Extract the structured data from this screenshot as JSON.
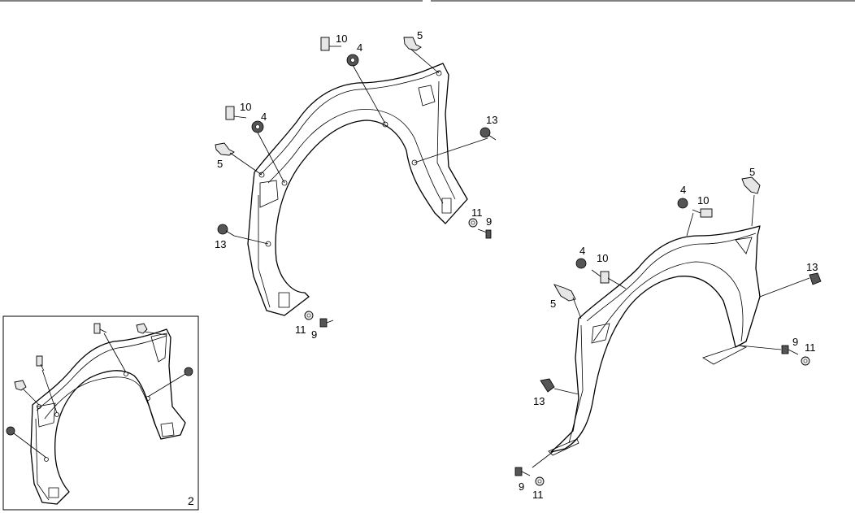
{
  "callouts": {
    "top_left": {
      "c10a": "10",
      "c4a": "4",
      "c5a": "5",
      "c10b": "10",
      "c4b": "4",
      "c5b": "5",
      "c13a": "13",
      "c13b": "13",
      "c11a": "11",
      "c9a": "9",
      "c11b": "11",
      "c9b": "9"
    },
    "right": {
      "c5a": "5",
      "c4a": "4",
      "c10a": "10",
      "c4b": "4",
      "c10b": "10",
      "c5b": "5",
      "c13a": "13",
      "c9a": "9",
      "c11a": "11",
      "c13b": "13",
      "c9b": "9",
      "c11b": "11"
    }
  },
  "inset": {
    "number": "2"
  }
}
